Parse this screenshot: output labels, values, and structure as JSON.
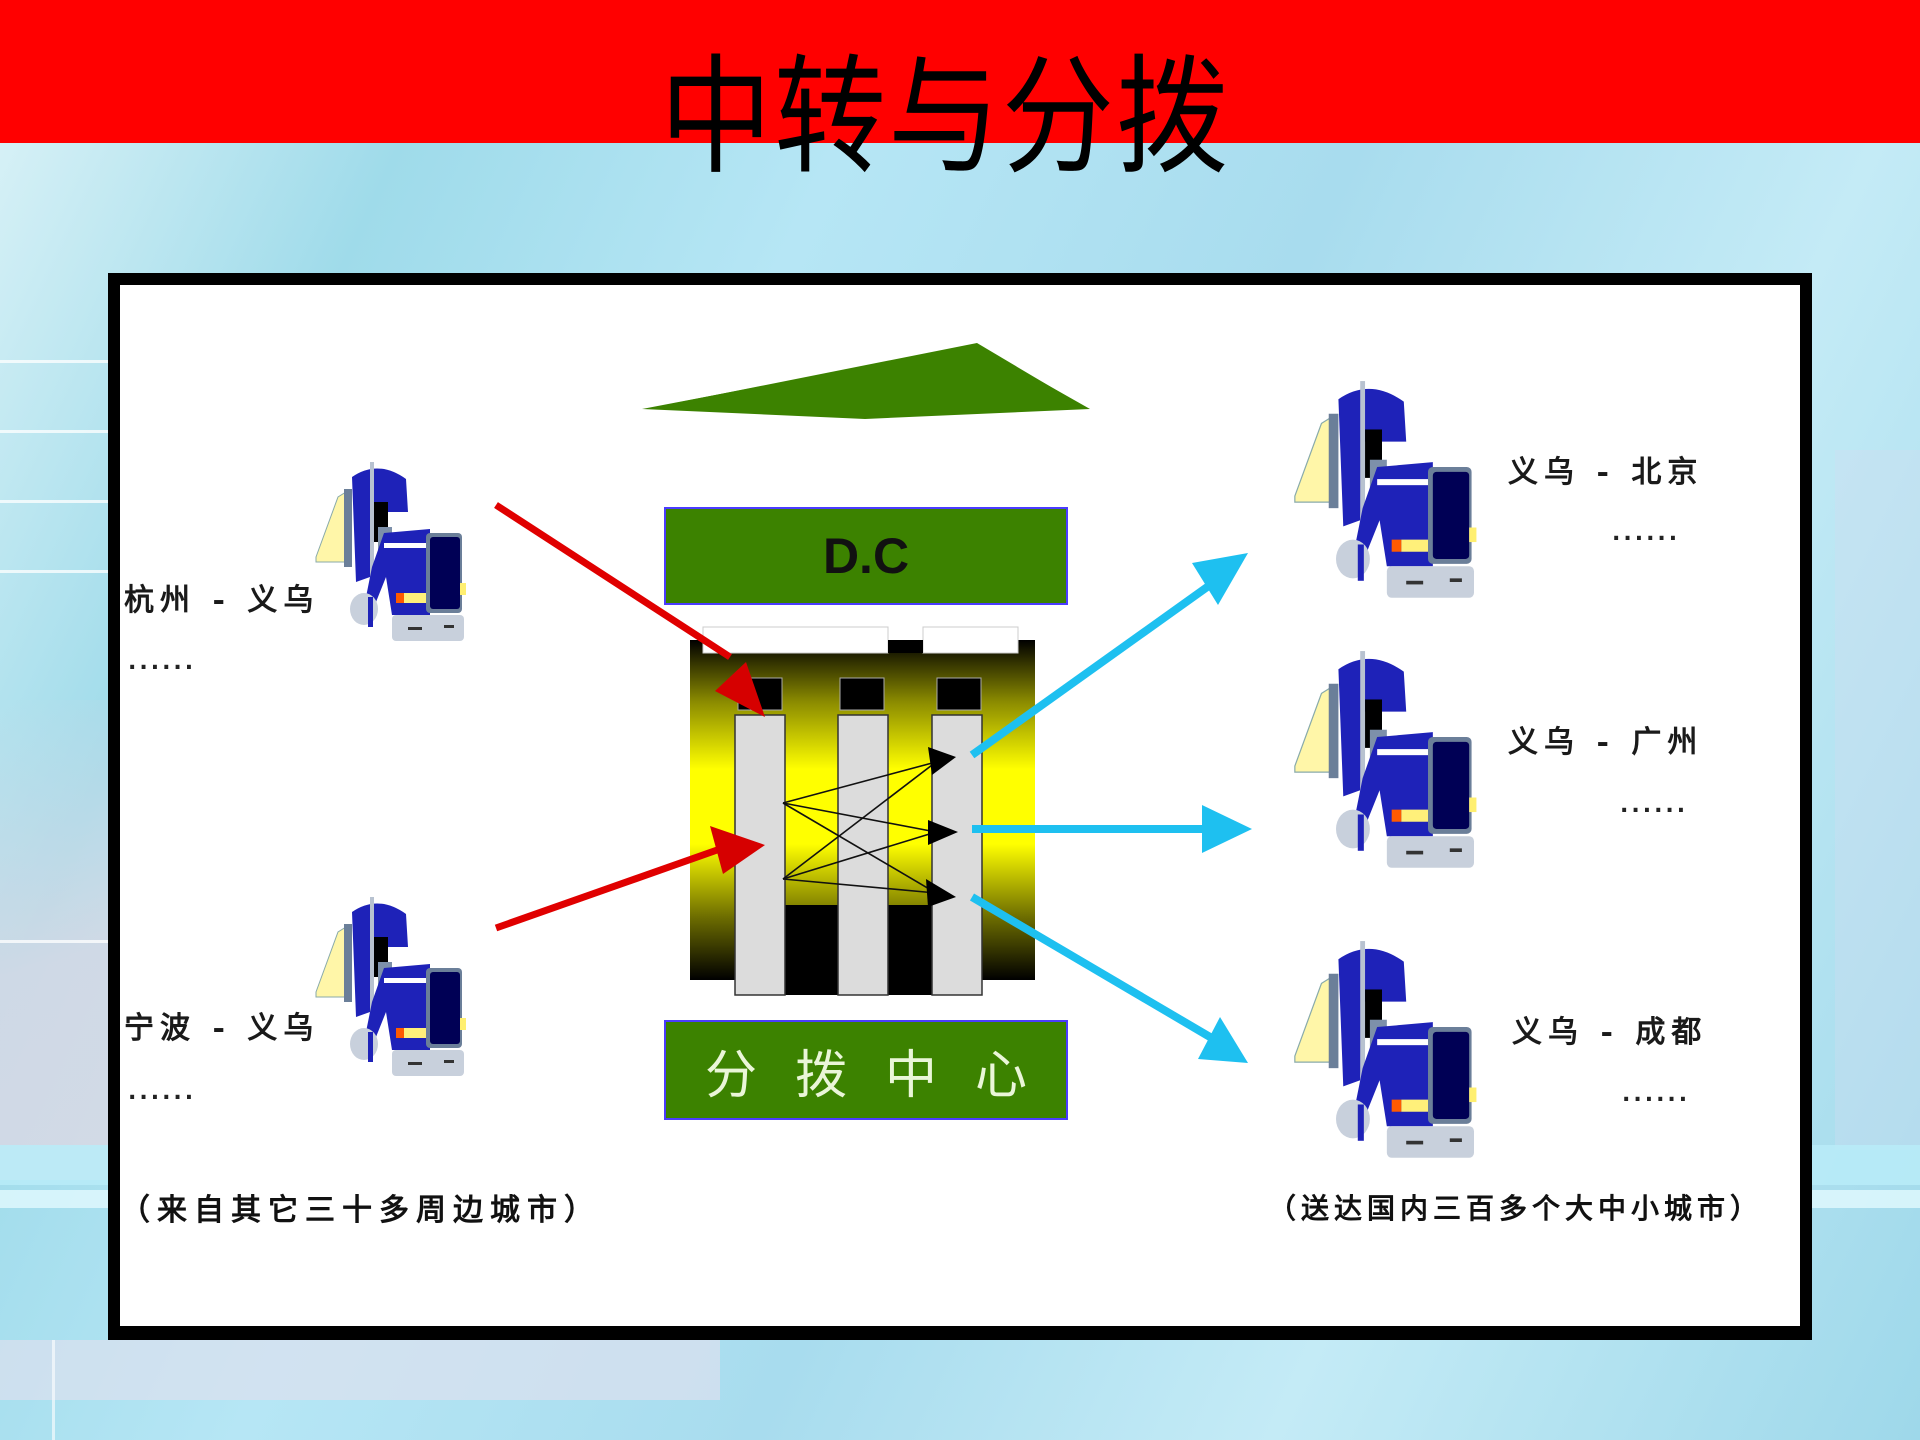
{
  "slide": {
    "title": "中转与分拨",
    "colors": {
      "header_bar": "#ff0000",
      "green_box": "#3c8200",
      "inbound_arrow": "#e00000",
      "outbound_arrow": "#1ec0f0",
      "frame": "#000000"
    }
  },
  "diagram": {
    "hub": {
      "top_label": "D.C",
      "bottom_label": "分拨中心"
    },
    "inbound": {
      "routes": [
        {
          "label": "杭州 - 义乌",
          "ellipsis": "......"
        },
        {
          "label": "宁波 - 义乌",
          "ellipsis": "......"
        }
      ],
      "note": "（来自其它三十多周边城市）"
    },
    "outbound": {
      "routes": [
        {
          "label": "义乌 - 北京",
          "ellipsis": "......"
        },
        {
          "label": "义乌 - 广州",
          "ellipsis": "......"
        },
        {
          "label": "义乌 - 成都",
          "ellipsis": "......"
        }
      ],
      "note": "（送达国内三百多个大中小城市）"
    }
  }
}
